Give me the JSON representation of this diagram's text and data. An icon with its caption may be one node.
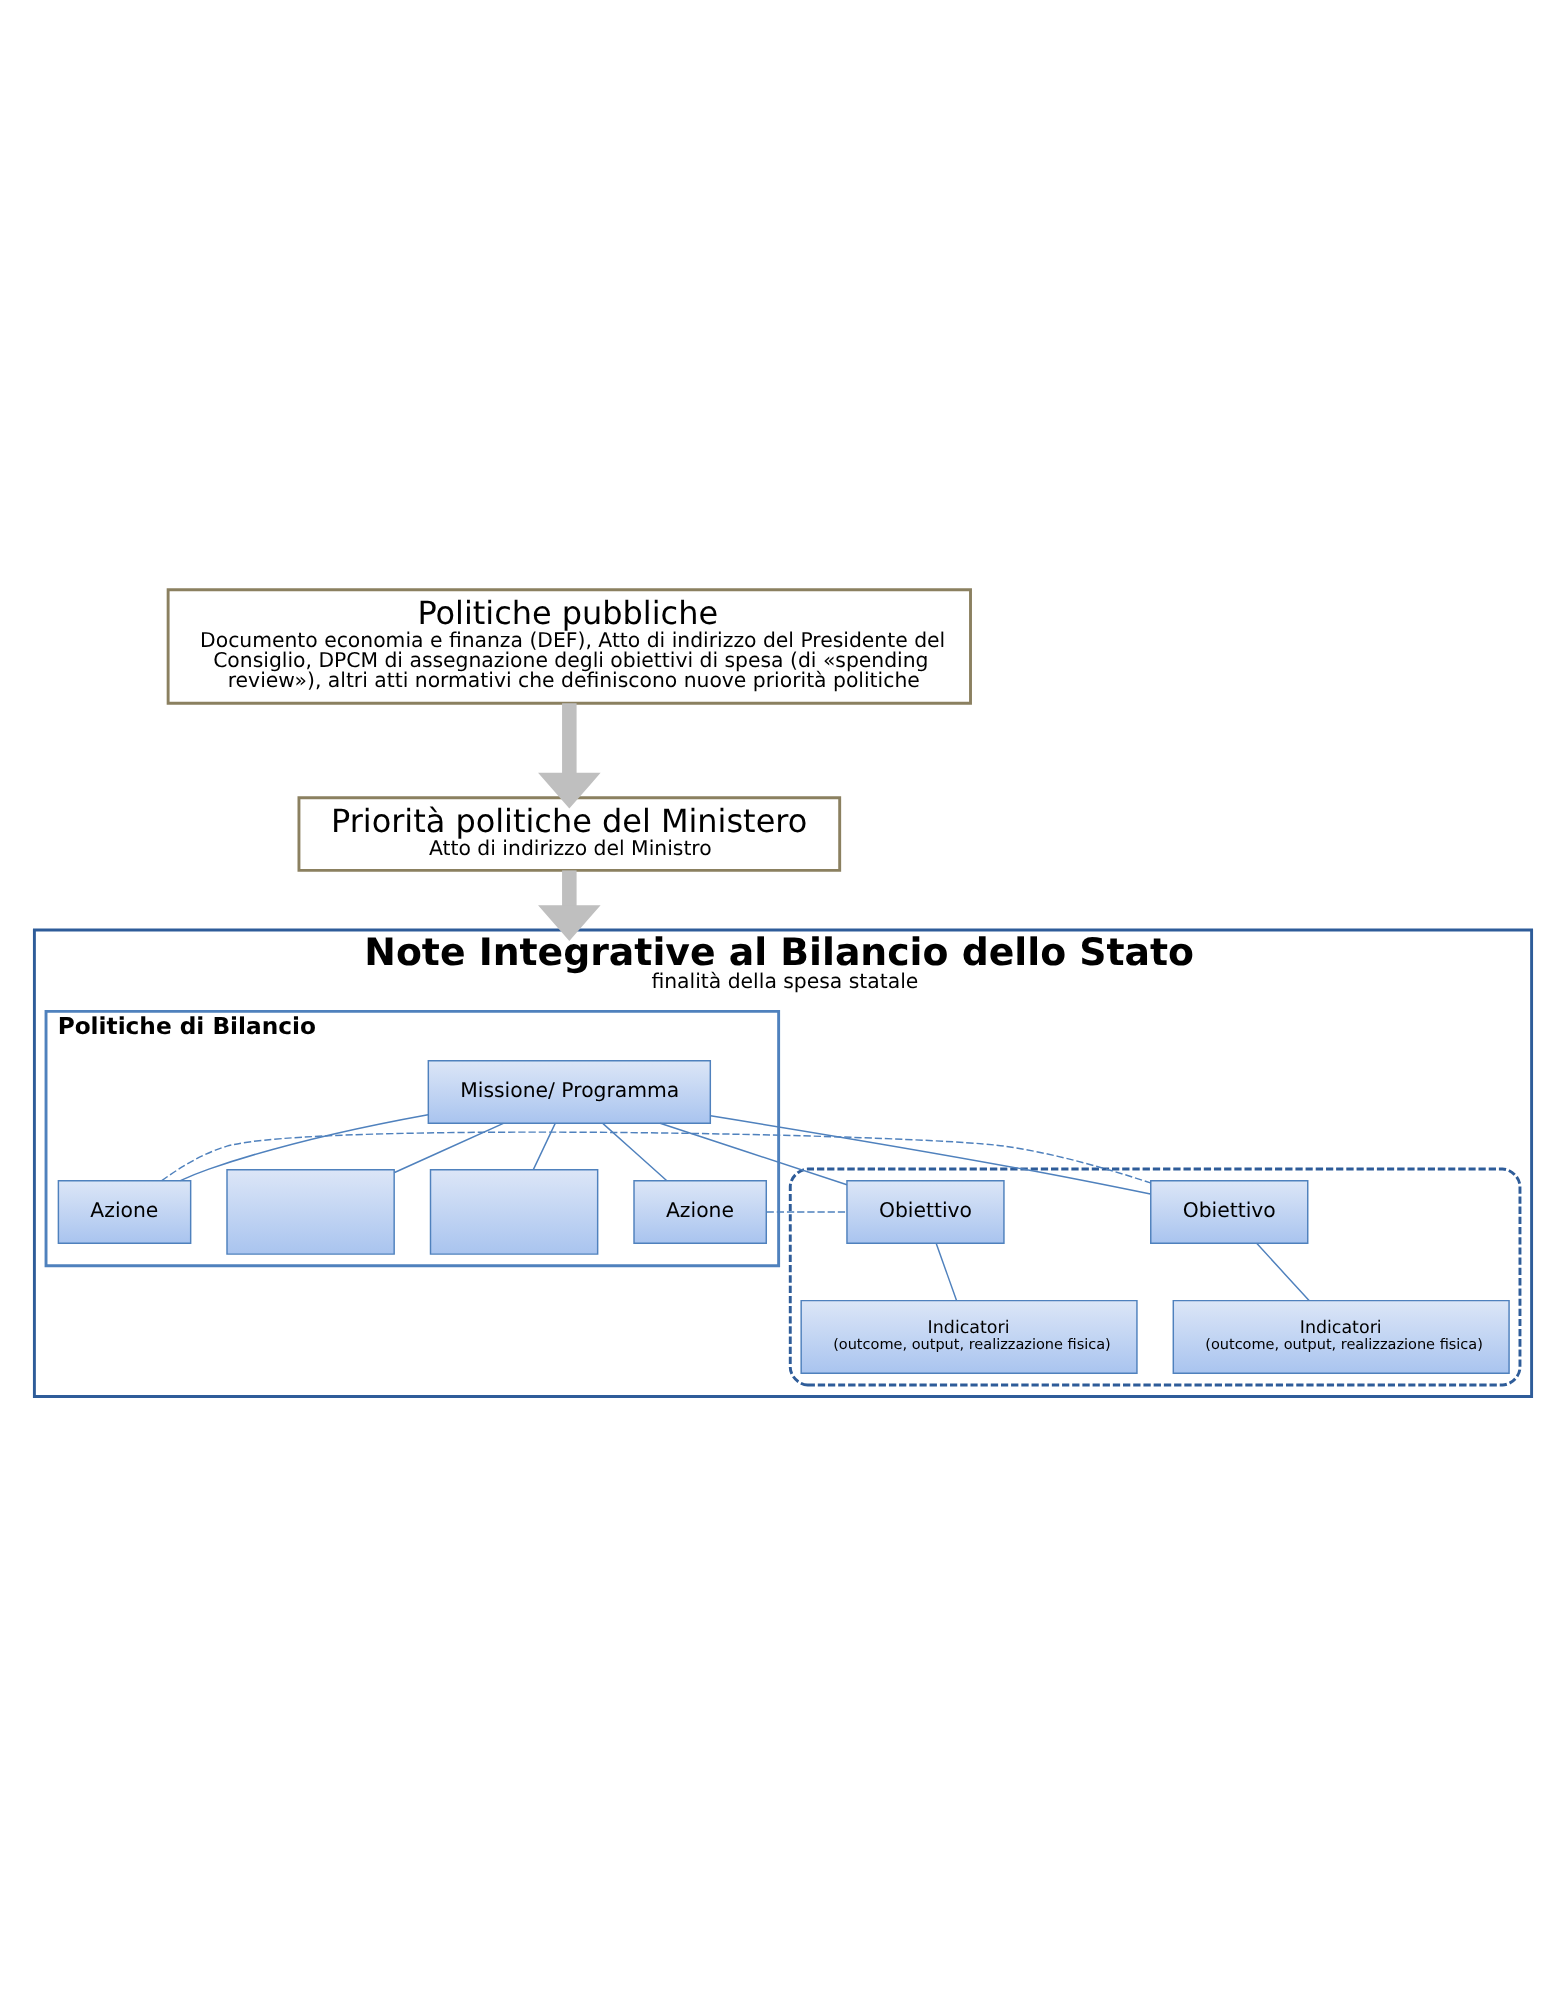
{
  "diagram": {
    "nodes": [
      {
        "text": [
          "Politiche pubbliche",
          "Documento economia e finanza (DEF), Atto di indirizzo del Presidente del Consiglio, DPCM di assegnazione degli obiettivi di spesa (di «spending review»), altri atti normativi che definiscono nuove priorità politiche"
        ]
      },
      {
        "text": [
          "Priorità politiche del Ministero",
          "Atto di indirizzo del Ministro"
        ]
      },
      {
        "text": [
          "Note Integrative al Bilancio dello Stato",
          "finalità della spesa statale"
        ]
      },
      {
        "text": [
          "Politiche di Bilancio"
        ],
        "in": 2
      },
      {
        "text": [
          "Missione/ Programma"
        ],
        "in": 3
      },
      {
        "text": [
          "Azione"
        ],
        "in": 3
      },
      {
        "text": [],
        "shape": "box",
        "in": 3
      },
      {
        "text": [],
        "shape": "box",
        "in": 3
      },
      {
        "text": [
          "Azione"
        ],
        "in": 3
      },
      {
        "text": [],
        "shape": "box",
        "in": 2
      },
      {
        "text": [
          "Obiettivo"
        ],
        "in": 9
      },
      {
        "text": [
          "Indicatori",
          "(outcome, output, realizzazione fisica)"
        ],
        "in": 9
      },
      {
        "text": [
          "Obiettivo"
        ],
        "in": 9
      },
      {
        "text": [
          "Indicatori",
          "(outcome, output, realizzazione fisica)"
        ],
        "in": 9
      }
    ],
    "edges": [
      {
        "from": 0,
        "to": 1,
        "arrow": "to",
        "style": "thick",
        "color": "#bfbfbf"
      },
      {
        "from": 1,
        "to": 2,
        "arrow": "to",
        "style": "thick",
        "color": "#bfbfbf"
      },
      {
        "from": 4,
        "to": 5,
        "arrow": "none"
      },
      {
        "from": 4,
        "to": 6,
        "arrow": "none"
      },
      {
        "from": 4,
        "to": 7,
        "arrow": "none"
      },
      {
        "from": 4,
        "to": 8,
        "arrow": "none"
      },
      {
        "from": 4,
        "to": 10,
        "arrow": "none"
      },
      {
        "from": 4,
        "to": 12,
        "arrow": "none"
      },
      {
        "from": 5,
        "to": 10,
        "arrow": "none",
        "style": "dashed"
      },
      {
        "from": 8,
        "to": 12,
        "arrow": "none",
        "style": "dashed"
      },
      {
        "from": 10,
        "to": 11,
        "arrow": "none"
      },
      {
        "from": 12,
        "to": 13,
        "arrow": "none"
      }
    ]
  }
}
